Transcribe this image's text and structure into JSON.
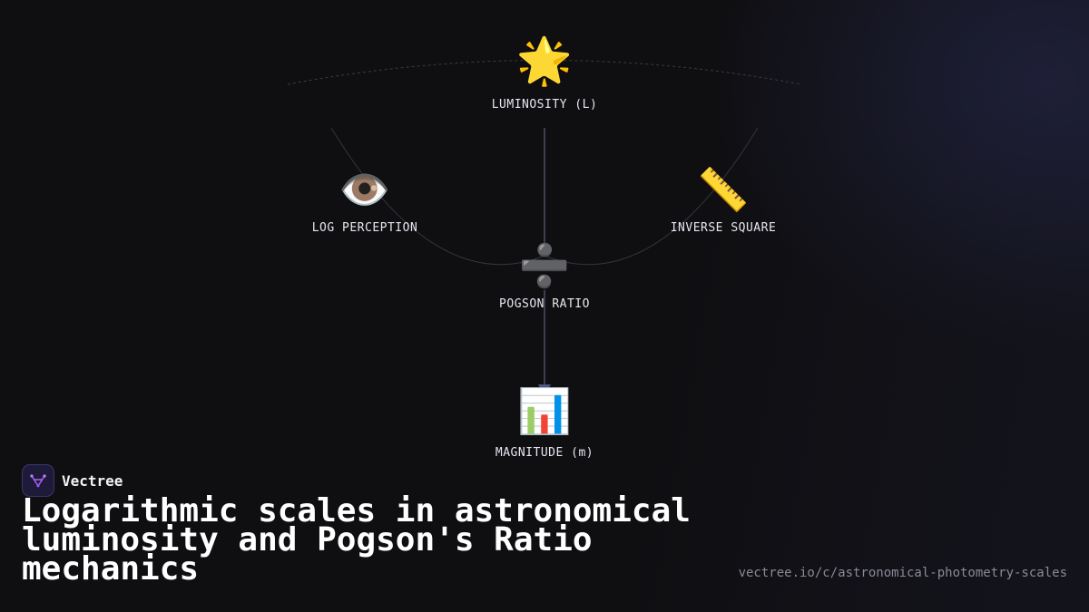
{
  "nodes": {
    "luminosity": {
      "icon": "🌟",
      "icon_name": "glowing-star-icon",
      "label": "LUMINOSITY (L)"
    },
    "log_perception": {
      "icon": "👁️",
      "icon_name": "eye-icon",
      "label": "LOG PERCEPTION"
    },
    "inverse_square": {
      "icon": "📏",
      "icon_name": "ruler-icon",
      "label": "INVERSE SQUARE"
    },
    "pogson_ratio": {
      "icon": "➗",
      "icon_name": "division-icon",
      "label": "POGSON RATIO"
    },
    "magnitude": {
      "icon": "📊",
      "icon_name": "bar-chart-icon",
      "label": "MAGNITUDE (m)"
    }
  },
  "edges": [
    {
      "from": "luminosity",
      "to": "pogson_ratio"
    },
    {
      "from": "pogson_ratio",
      "to": "magnitude"
    }
  ],
  "footer": {
    "brand_name": "Vectree",
    "title": "Logarithmic scales in astronomical luminosity and Pogson's Ratio mechanics",
    "url": "vectree.io/c/astronomical-photometry-scales"
  },
  "colors": {
    "background": "#0f0f12",
    "edge": "#5a5f7a",
    "arrow": "#4e5680",
    "label": "#e6e6ee",
    "brand_accent": "#a855f7"
  }
}
